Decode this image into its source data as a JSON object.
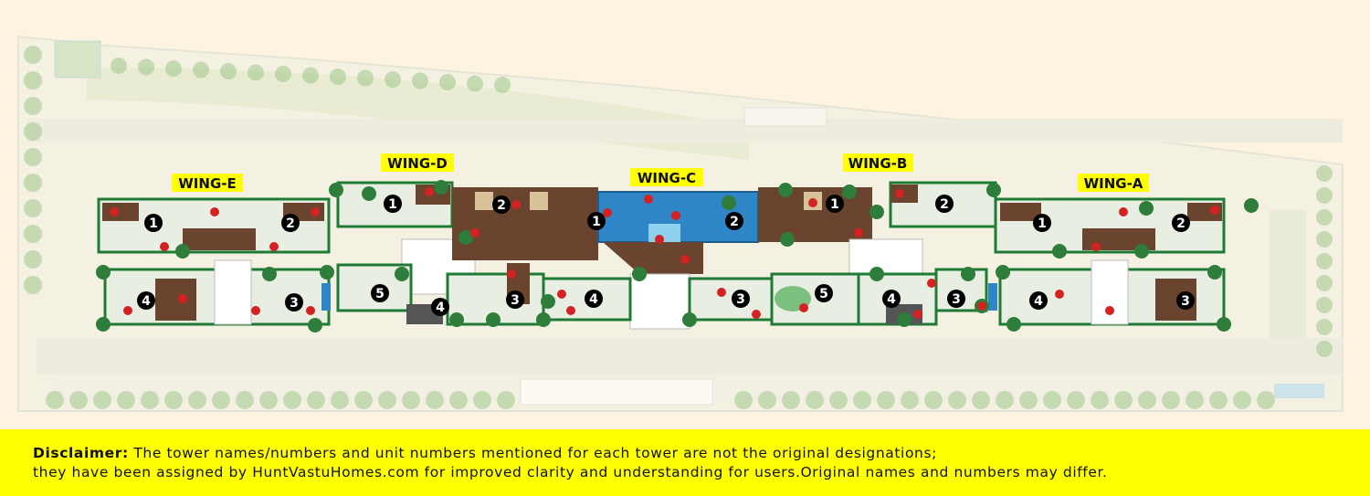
{
  "wings": [
    {
      "name": "WING-E",
      "units": [
        "1",
        "2",
        "3",
        "4"
      ]
    },
    {
      "name": "WING-D",
      "units": [
        "1",
        "2",
        "3",
        "4",
        "5"
      ]
    },
    {
      "name": "WING-C",
      "units": [
        "1",
        "2",
        "3",
        "4"
      ]
    },
    {
      "name": "WING-B",
      "units": [
        "1",
        "2",
        "3",
        "4",
        "5"
      ]
    },
    {
      "name": "WING-A",
      "units": [
        "1",
        "2",
        "3",
        "4"
      ]
    }
  ],
  "disclaimer": {
    "label": "Disclaimer:",
    "line1": "The tower names/numbers and unit numbers mentioned for each tower are not the original designations;",
    "line2": "they have been assigned by HuntVastuHomes.com for improved clarity and understanding for users.Original names and numbers may differ."
  },
  "colors": {
    "background": "#fdf3e1",
    "disclaimer_bar": "#ffff00",
    "label_highlight": "#ffff00",
    "unit_marker": "#000000",
    "deck_brown": "#6b4430",
    "pool_blue": "#2f86c6",
    "garden_green": "#2e8a3c"
  }
}
